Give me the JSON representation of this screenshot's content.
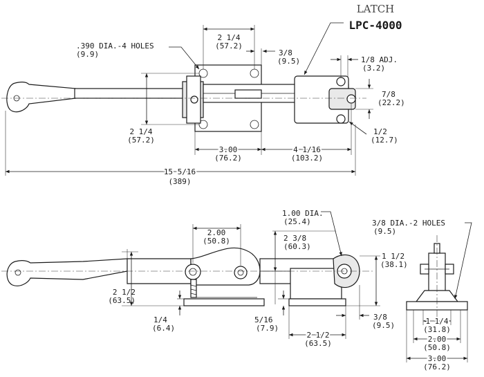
{
  "title": {
    "latch": "LATCH",
    "model": "LPC-4000"
  },
  "top_view": {
    "holes_note": ".390 DIA.-4 HOLES",
    "holes_note_mm": "(9.9)",
    "dim_top_width": "2 1/4",
    "dim_top_width_mm": "(57.2)",
    "dim_3_8": "3/8",
    "dim_3_8_mm": "(9.5)",
    "dim_adj": "1/8 ADJ.",
    "dim_adj_mm": "(3.2)",
    "dim_7_8": "7/8",
    "dim_7_8_mm": "(22.2)",
    "dim_left_height": "2 1/4",
    "dim_left_height_mm": "(57.2)",
    "dim_half": "1/2",
    "dim_half_mm": "(12.7)",
    "dim_3_00": "3.00",
    "dim_3_00_mm": "(76.2)",
    "dim_4_1_16": "4 1/16",
    "dim_4_1_16_mm": "(103.2)",
    "dim_overall": "15 5/16",
    "dim_overall_mm": "(389)"
  },
  "side_view": {
    "dia_note": "1.00 DIA.",
    "dia_note_mm": "(25.4)",
    "dim_2_00": "2.00",
    "dim_2_00_mm": "(50.8)",
    "dim_2_3_8": "2 3/8",
    "dim_2_3_8_mm": "(60.3)",
    "dim_1_1_2": "1 1/2",
    "dim_1_1_2_mm": "(38.1)",
    "dim_2_1_2_left": "2 1/2",
    "dim_2_1_2_left_mm": "(63.5)",
    "dim_1_4": "1/4",
    "dim_1_4_mm": "(6.4)",
    "dim_5_16": "5/16",
    "dim_5_16_mm": "(7.9)",
    "dim_3_8": "3/8",
    "dim_3_8_mm": "(9.5)",
    "dim_2_1_2_bottom": "2 1/2",
    "dim_2_1_2_bottom_mm": "(63.5)"
  },
  "end_view": {
    "holes_note": "3/8 DIA.-2 HOLES",
    "holes_note_mm": "(9.5)",
    "dim_1_1_4": "1 1/4",
    "dim_1_1_4_mm": "(31.8)",
    "dim_2_00": "2.00",
    "dim_2_00_mm": "(50.8)",
    "dim_3_00": "3.00",
    "dim_3_00_mm": "(76.2)"
  }
}
